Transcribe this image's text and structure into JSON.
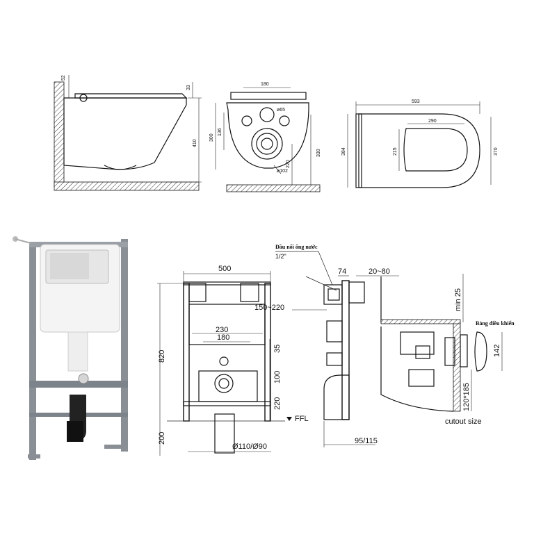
{
  "side_view": {
    "dims": [
      "52",
      "33",
      "410"
    ]
  },
  "front_view": {
    "dims": [
      "180",
      "ø65",
      "300",
      "136",
      "220",
      "330",
      "ø102"
    ]
  },
  "top_view": {
    "dims": [
      "593",
      "290",
      "215",
      "384",
      "370"
    ]
  },
  "frame_front": {
    "dims": [
      "500",
      "820",
      "230",
      "180",
      "35",
      "100",
      "220",
      "200",
      "Ø110/Ø90"
    ],
    "floor_label": "FFL"
  },
  "frame_side": {
    "dims": [
      "74",
      "20~80",
      "150~220",
      "95/115"
    ],
    "water_inlet_label": "Đầu nối ống nước",
    "water_inlet_size": "1/2\""
  },
  "cutout_view": {
    "dims": [
      "min 25",
      "142",
      "120*185"
    ],
    "panel_label": "Bảng điều khiển",
    "caption": "cutout size"
  },
  "colors": {
    "line": "#111111",
    "frame_gray": "#8a8f96",
    "tank_white": "#f4f4f4"
  }
}
